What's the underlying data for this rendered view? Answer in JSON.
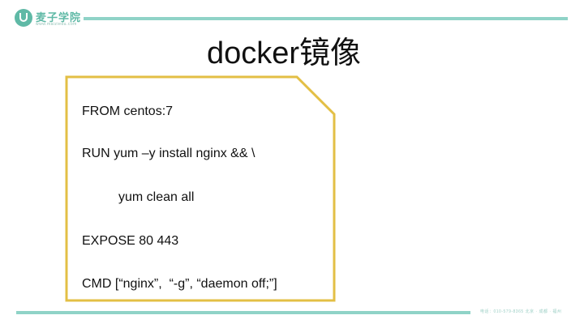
{
  "brand": {
    "name": "麦子学院",
    "url": "www.maiziedu.com",
    "accent_color": "#5fb9a6",
    "line_color": "#8fd3c7",
    "icon": "leaf-logo-icon"
  },
  "slide": {
    "title": "docker镜像",
    "code_lines": [
      "FROM centos:7",
      "RUN yum –y install nginx && \\",
      "yum clean all",
      "EXPOSE 80 443",
      "CMD [“nginx”,  “-g”, “daemon off;”]"
    ],
    "card_border_color": "#e3bf45"
  },
  "footer": {
    "text": "电话：010-579-8365    北京 · 成都 · 福州"
  }
}
